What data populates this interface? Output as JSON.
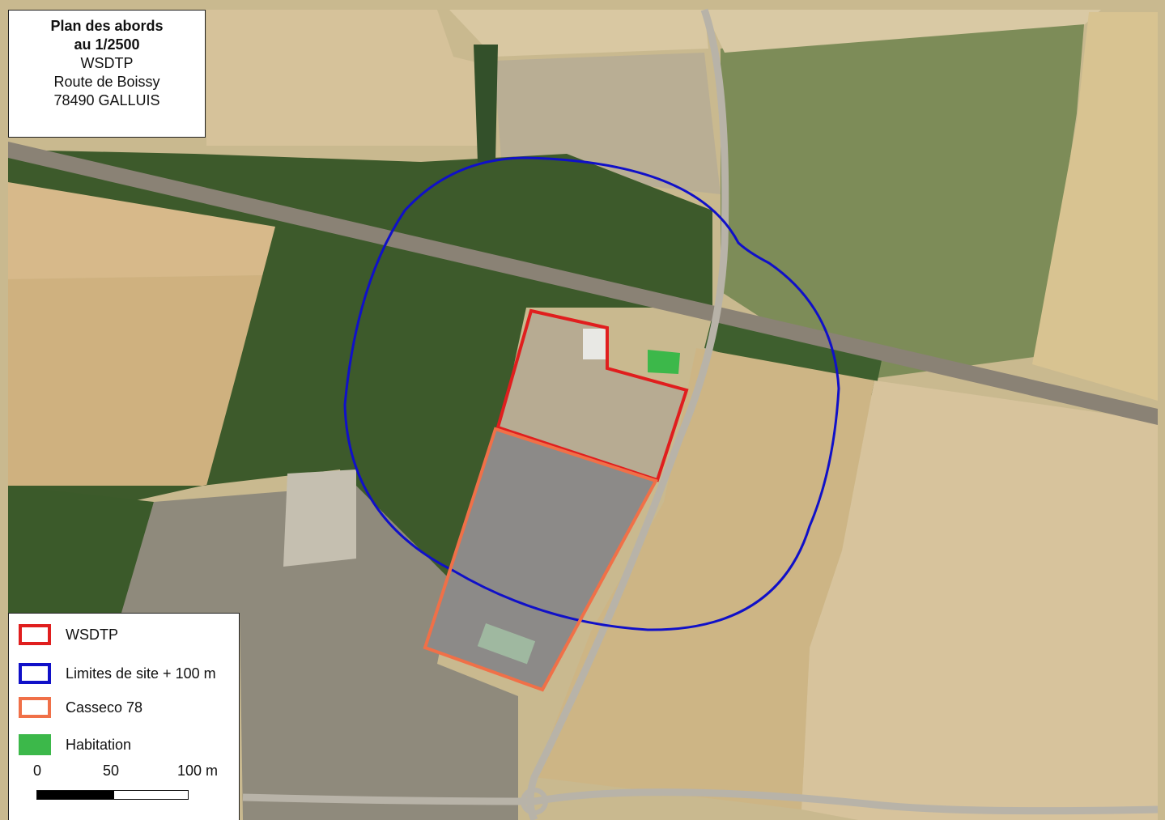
{
  "title": {
    "line1": "Plan des abords",
    "line2": "au 1/2500",
    "line3": "WSDTP",
    "line4": "Route de Boissy",
    "line5": "78490 GALLUIS"
  },
  "legend": {
    "items": [
      {
        "label": "WSDTP",
        "stroke": "#e01e1e",
        "fill": "none"
      },
      {
        "label": "Limites de site + 100 m",
        "stroke": "#1010c8",
        "fill": "none"
      },
      {
        "label": "Casseco 78",
        "stroke": "#f07048",
        "fill": "none"
      },
      {
        "label": "Habitation",
        "stroke": "#3cb84a",
        "fill": "#3cb84a"
      }
    ]
  },
  "scale": {
    "labels": [
      "0",
      "50",
      "100 m"
    ]
  },
  "colors": {
    "wsdtp": "#e01e1e",
    "limit": "#1010c8",
    "casseco": "#f07048",
    "habitation": "#3cb84a",
    "forest": "#3e5a2c",
    "field_light": "#d8c7a0",
    "field_green": "#7f8e5c"
  }
}
